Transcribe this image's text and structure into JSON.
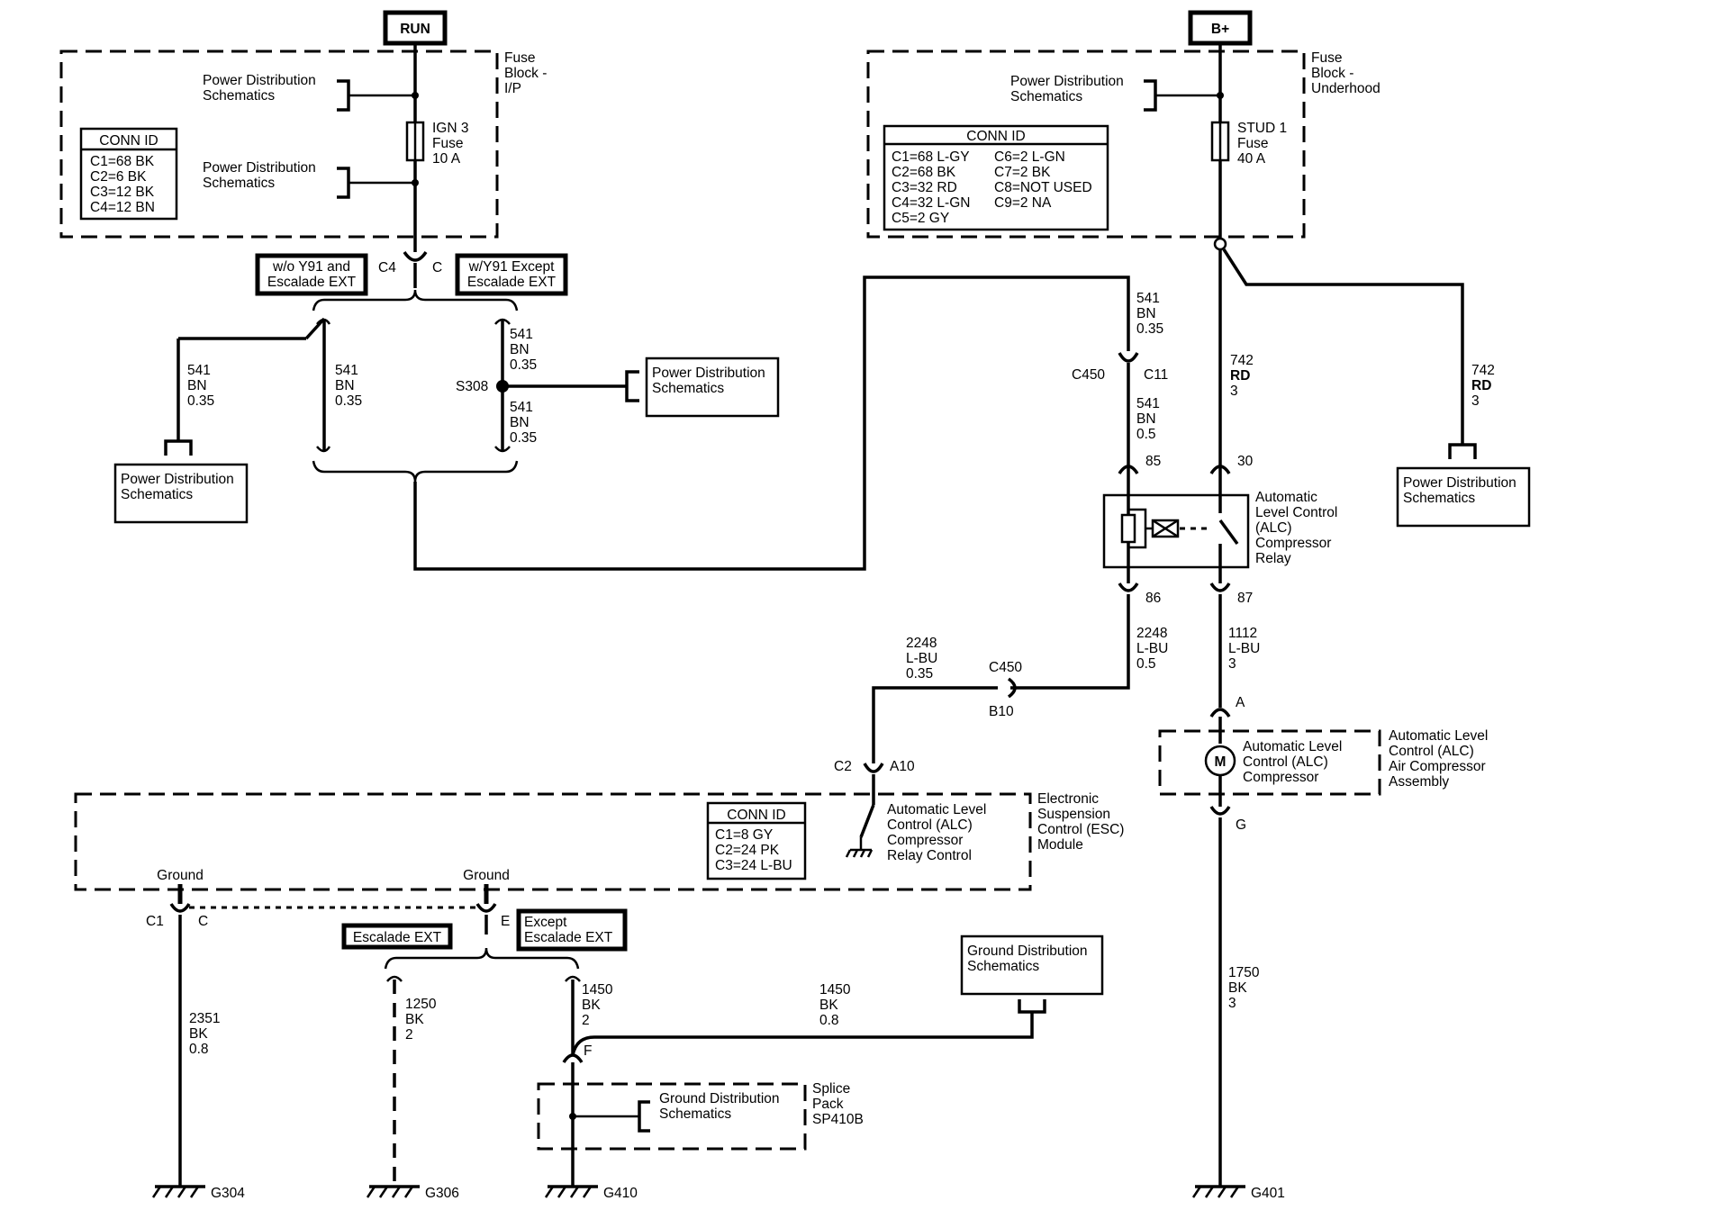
{
  "sources": {
    "run": "RUN",
    "bplus": "B+"
  },
  "fuse_block_ip": {
    "label": [
      "Fuse",
      "Block -",
      "I/P"
    ],
    "fuse": [
      "IGN 3",
      "Fuse",
      "10 A"
    ],
    "pds1": [
      "Power Distribution",
      "Schematics"
    ],
    "pds2": [
      "Power Distribution",
      "Schematics"
    ]
  },
  "conn_id_1": {
    "title": "CONN ID",
    "rows": [
      "C1=68 BK",
      "C2=6 BK",
      "C3=12 BK",
      "C4=12 BN"
    ]
  },
  "fuse_block_uh": {
    "label": [
      "Fuse",
      "Block -",
      "Underhood"
    ],
    "fuse": [
      "STUD 1",
      "Fuse",
      "40 A"
    ],
    "pds": [
      "Power Distribution",
      "Schematics"
    ]
  },
  "conn_id_2": {
    "title": "CONN ID",
    "col1": [
      "C1=68 L-GY",
      "C2=68 BK",
      "C3=32 RD",
      "C4=32 L-GN",
      "C5=2 GY"
    ],
    "col2": [
      "C6=2 L-GN",
      "C7=2 BK",
      "C8=NOT USED",
      "C9=2 NA"
    ]
  },
  "conn_id_3": {
    "title": "CONN ID",
    "rows": [
      "C1=8 GY",
      "C2=24 PK",
      "C3=24 L-BU"
    ]
  },
  "options": {
    "wo_y91": [
      "w/o Y91 and",
      "Escalade EXT"
    ],
    "w_y91": [
      "w/Y91 Except",
      "Escalade EXT"
    ],
    "escalade": "Escalade EXT",
    "except_escalade": [
      "Except",
      "Escalade EXT"
    ]
  },
  "connectors": {
    "c4": "C4",
    "c": "C",
    "s308": "S308",
    "c450_top": "C450",
    "c11": "C11",
    "c450_mid": "C450",
    "b10": "B10",
    "c2": "C2",
    "a10": "A10",
    "c1": "C1",
    "c_gnd": "C",
    "e": "E",
    "f": "F",
    "a": "A",
    "g": "G",
    "p85": "85",
    "p86": "86",
    "p30": "30",
    "p87": "87"
  },
  "wires": {
    "w541_left": [
      "541",
      "BN",
      "0.35"
    ],
    "w541_mid": [
      "541",
      "BN",
      "0.35"
    ],
    "w541_s308_up": [
      "541",
      "BN",
      "0.35"
    ],
    "w541_s308_dn": [
      "541",
      "BN",
      "0.35"
    ],
    "w541_top": [
      "541",
      "BN",
      "0.35"
    ],
    "w541_relay": [
      "541",
      "BN",
      "0.5"
    ],
    "w742_a": [
      "742",
      "RD",
      "3"
    ],
    "w742_b": [
      "742",
      "RD",
      "3"
    ],
    "w2248_a": [
      "2248",
      "L-BU",
      "0.35"
    ],
    "w2248_b": [
      "2248",
      "L-BU",
      "0.5"
    ],
    "w1112": [
      "1112",
      "L-BU",
      "3"
    ],
    "w1750": [
      "1750",
      "BK",
      "3"
    ],
    "w2351": [
      "2351",
      "BK",
      "0.8"
    ],
    "w1250": [
      "1250",
      "BK",
      "2"
    ],
    "w1450_a": [
      "1450",
      "BK",
      "2"
    ],
    "w1450_b": [
      "1450",
      "BK",
      "0.8"
    ]
  },
  "pds_boxes": {
    "s308": [
      "Power Distribution",
      "Schematics"
    ],
    "left": [
      "Power Distribution",
      "Schematics"
    ],
    "right": [
      "Power Distribution",
      "Schematics"
    ]
  },
  "gds_boxes": {
    "top": [
      "Ground Distribution",
      "Schematics"
    ],
    "splice": [
      "Ground Distribution",
      "Schematics"
    ]
  },
  "relay": {
    "label": [
      "Automatic",
      "Level Control",
      "(ALC)",
      "Compressor",
      "Relay"
    ]
  },
  "compressor": {
    "symbol": "M",
    "inner": [
      "Automatic Level",
      "Control (ALC)",
      "Compressor"
    ],
    "outer": [
      "Automatic Level",
      "Control (ALC)",
      "Air Compressor",
      "Assembly"
    ]
  },
  "esc": {
    "label": [
      "Electronic",
      "Suspension",
      "Control (ESC)",
      "Module"
    ],
    "relay_ctrl": [
      "Automatic Level",
      "Control (ALC)",
      "Compressor",
      "Relay Control"
    ],
    "ground1": "Ground",
    "ground2": "Ground"
  },
  "splice_pack": {
    "label": [
      "Splice",
      "Pack",
      "SP410B"
    ]
  },
  "grounds": {
    "g304": "G304",
    "g306": "G306",
    "g410": "G410",
    "g401": "G401"
  }
}
